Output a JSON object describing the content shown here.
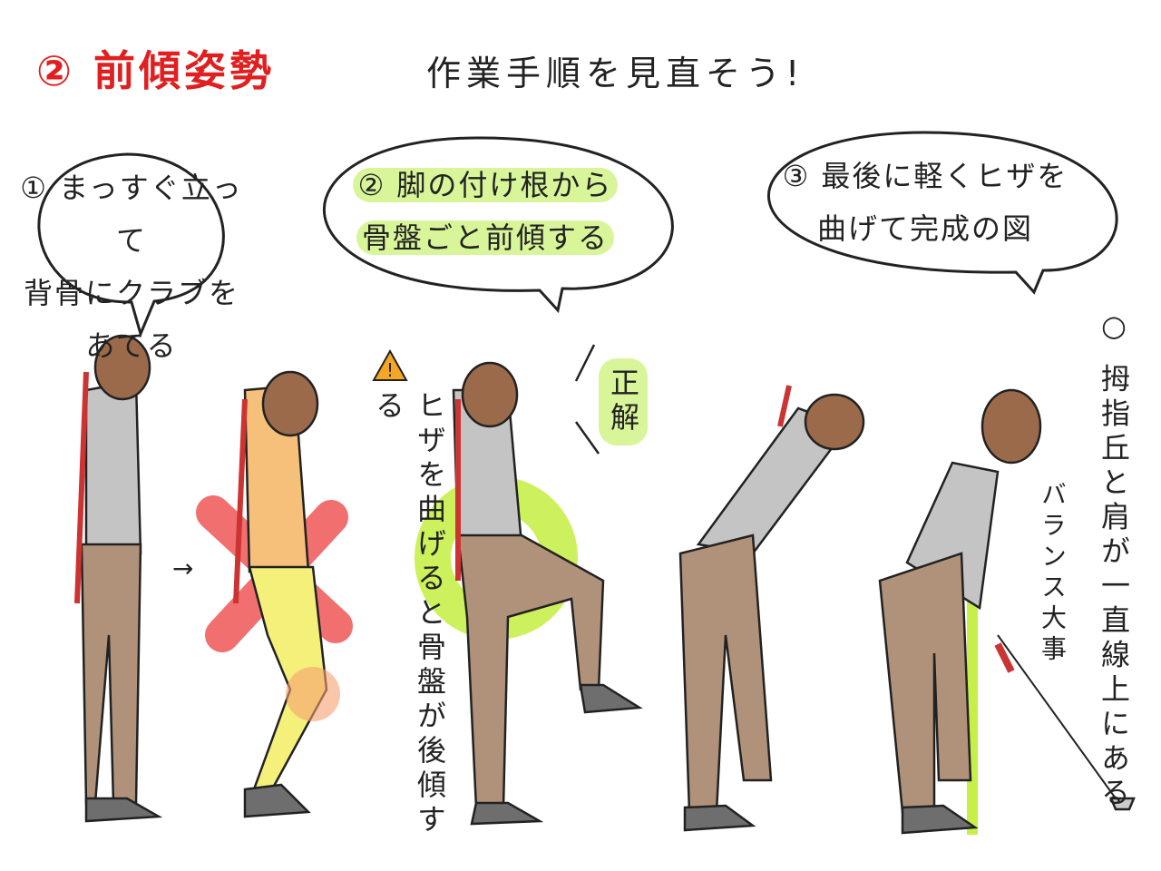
{
  "title": "② 前傾姿勢",
  "subtitle": "作業手順を見直そう!",
  "steps": [
    {
      "lines": [
        "① まっすぐ立って",
        "背骨にクラブを",
        "あてる"
      ]
    },
    {
      "lines": [
        "② 脚の付け根から",
        "骨盤ごと前傾する"
      ]
    },
    {
      "lines": [
        "③ 最後に軽くヒザを",
        "曲げて完成の図"
      ]
    }
  ],
  "warning": {
    "icon": "warning-triangle-icon",
    "text": "ヒザを曲げると骨盤が後傾する"
  },
  "correct_label": "正解",
  "balance_label": "バランス大事",
  "alignment_note": "○ 拇指丘と肩が一直線上にある",
  "colors": {
    "title": "#e02020",
    "highlight": "#d9f59a",
    "top": "#c4c4c4",
    "pants": "#b0927a",
    "hair": "#9a6a4a",
    "shoes": "#6e6e6e",
    "wrong_top": "#f7c07a",
    "wrong_pants": "#f5f07a",
    "cross": "#f06060",
    "guide": "#c6ef4a"
  }
}
